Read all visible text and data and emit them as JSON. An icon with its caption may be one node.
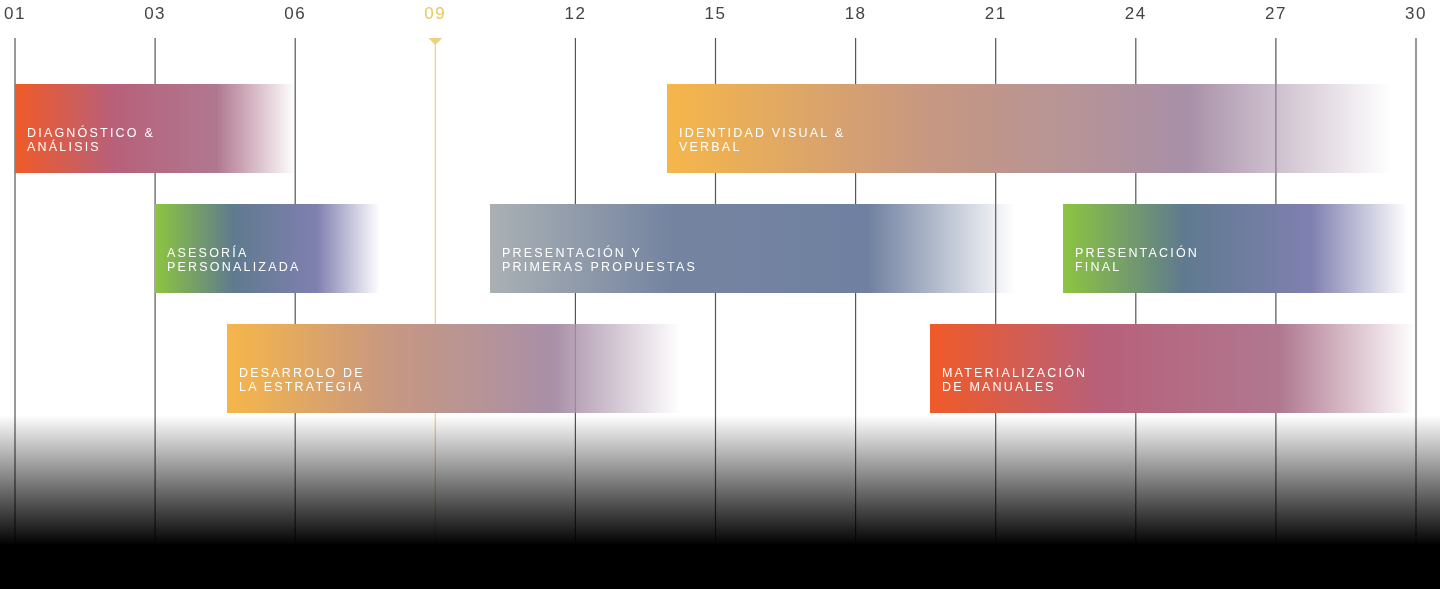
{
  "diagram": {
    "nodes": [
      {
        "text": [
          "DIAGNÓSTICO & ANÁLISIS"
        ]
      },
      {
        "text": [
          "IDENTIDAD VISUAL & VERBAL"
        ]
      },
      {
        "text": [
          "ASESORÍA PERSONALIZADA"
        ]
      },
      {
        "text": [
          "PRESENTACIÓN Y PRIMERAS PROPUESTAS"
        ]
      },
      {
        "text": [
          "PRESENTACIÓN FINAL"
        ]
      },
      {
        "text": [
          "DESARROLO DE LA ESTRATEGIA"
        ]
      },
      {
        "text": [
          "MATERIALIZACIÓN DE MANUALES"
        ]
      }
    ],
    "labels": [
      "01",
      "03",
      "06",
      "09",
      "12",
      "15",
      "18",
      "21",
      "24",
      "27",
      "30"
    ]
  }
}
